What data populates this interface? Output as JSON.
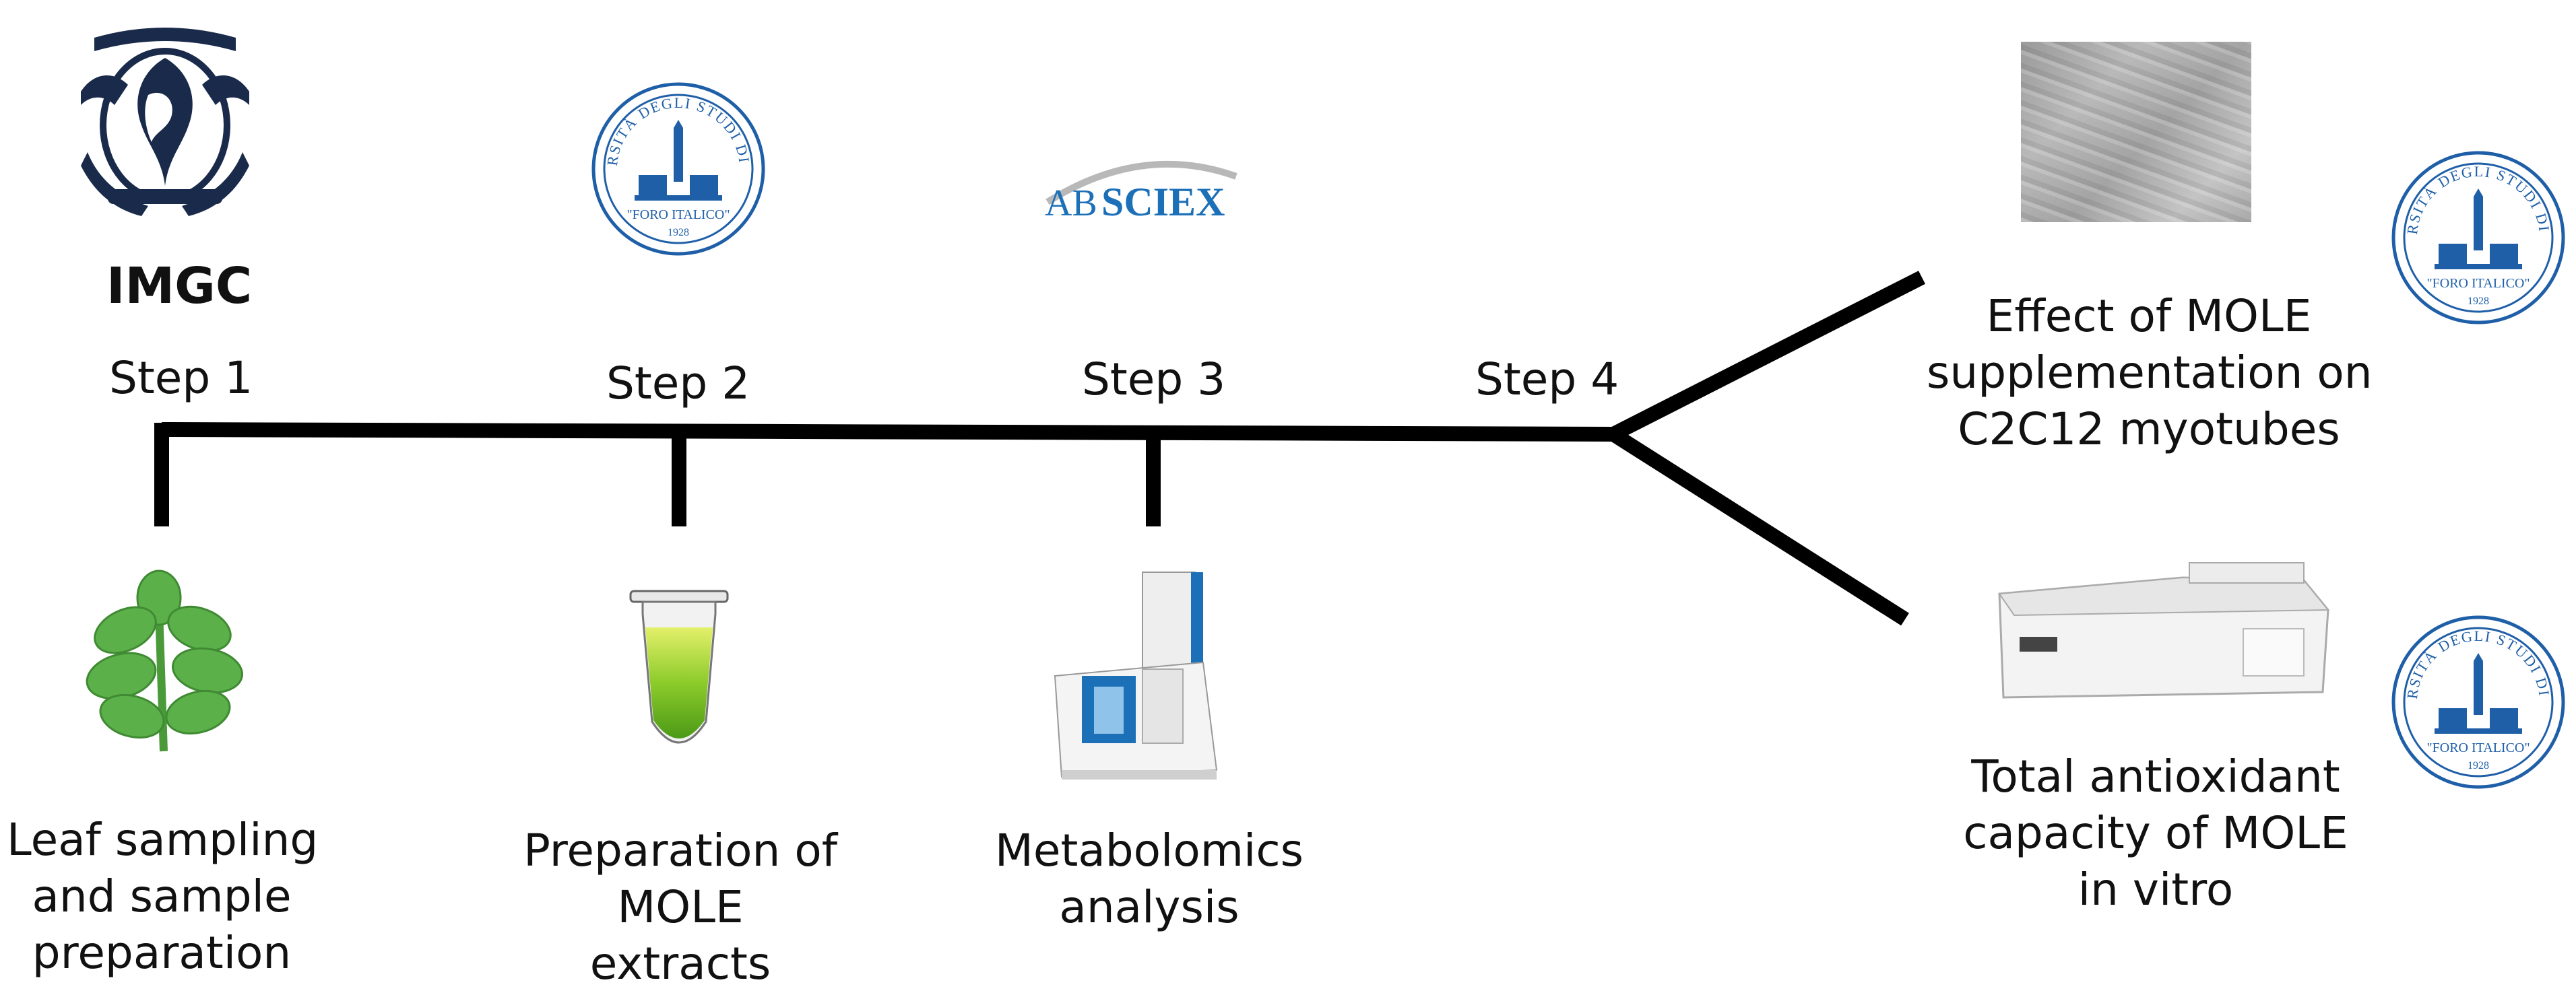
{
  "logos": {
    "imgc_label": "IMGC",
    "foro_italico_arc_text": "UNIVERSITÀ DEGLI STUDI DI ROMA",
    "foro_italico_name": "\"FORO ITALICO\"",
    "foro_italico_year": "1928",
    "absciex_ab": "AB",
    "absciex_sciex": "SCIEX"
  },
  "steps": [
    {
      "label": "Step 1",
      "caption": [
        "Leaf sampling",
        "and sample",
        "preparation"
      ]
    },
    {
      "label": "Step 2",
      "caption": [
        "Preparation of",
        "MOLE",
        "extracts"
      ]
    },
    {
      "label": "Step 3",
      "caption": [
        "Metabolomics",
        "analysis"
      ]
    },
    {
      "label": "Step 4"
    }
  ],
  "branches": [
    {
      "caption": [
        "Effect of MOLE",
        "supplementation on",
        "C2C12 myotubes"
      ]
    },
    {
      "caption": [
        "Total antioxidant",
        "capacity of MOLE",
        "in vitro"
      ]
    }
  ],
  "colors": {
    "line": "#000000",
    "leaf_green": "#5cb04a",
    "tube_green": "#6bbd1f",
    "seal_blue": "#1f5fa8",
    "sciex_blue": "#1c70b8"
  }
}
